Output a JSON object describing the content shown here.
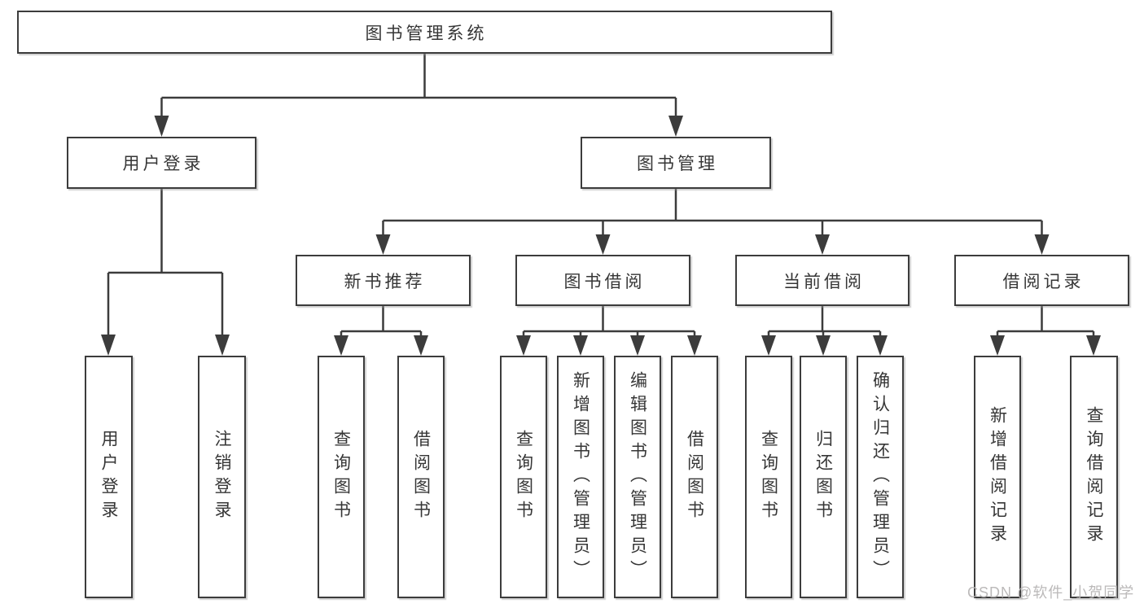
{
  "diagram": {
    "colors": {
      "line": "#3c3c3c",
      "text": "#363636",
      "watermark": "#b7b5b5",
      "background": "#ffffff"
    },
    "watermark": "CSDN @软件_小贺同学",
    "tree": {
      "label": "图书管理系统",
      "children": [
        {
          "label": "用户登录",
          "children": [
            {
              "label": "用户登录"
            },
            {
              "label": "注销登录"
            }
          ]
        },
        {
          "label": "图书管理",
          "children": [
            {
              "label": "新书推荐",
              "children": [
                {
                  "label": "查询图书"
                },
                {
                  "label": "借阅图书"
                }
              ]
            },
            {
              "label": "图书借阅",
              "children": [
                {
                  "label": "查询图书"
                },
                {
                  "label": "新增图书（管理员）"
                },
                {
                  "label": "编辑图书（管理员）"
                },
                {
                  "label": "借阅图书"
                }
              ]
            },
            {
              "label": "当前借阅",
              "children": [
                {
                  "label": "查询图书"
                },
                {
                  "label": "归还图书"
                },
                {
                  "label": "确认归还（管理员）"
                }
              ]
            },
            {
              "label": "借阅记录",
              "children": [
                {
                  "label": "新增借阅记录"
                },
                {
                  "label": "查询借阅记录"
                }
              ]
            }
          ]
        }
      ]
    }
  }
}
